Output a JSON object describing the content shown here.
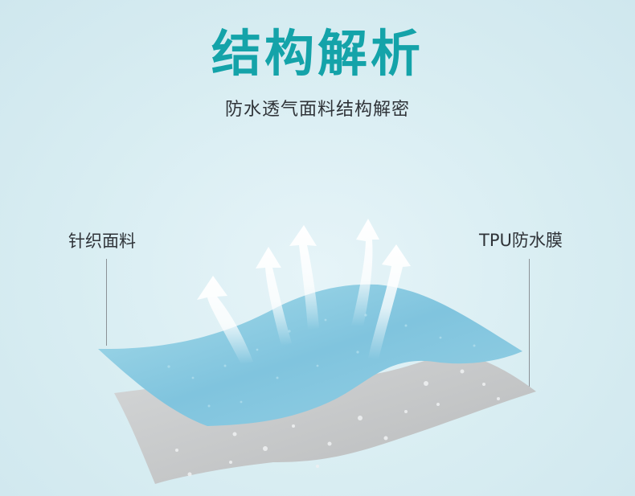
{
  "header": {
    "title": "结构解析",
    "subtitle": "防水透气面料结构解密"
  },
  "labels": {
    "left": "针织面料",
    "right": "TPU防水膜"
  },
  "colors": {
    "title": "#14a3a9",
    "text": "#2f3338",
    "background": "#d7ecf1",
    "top_layer": "#8ccbe1",
    "bottom_layer": "#c7c9ca",
    "arrows": "#ffffff"
  },
  "icons": {
    "arrows": "curved-up-arrow"
  }
}
